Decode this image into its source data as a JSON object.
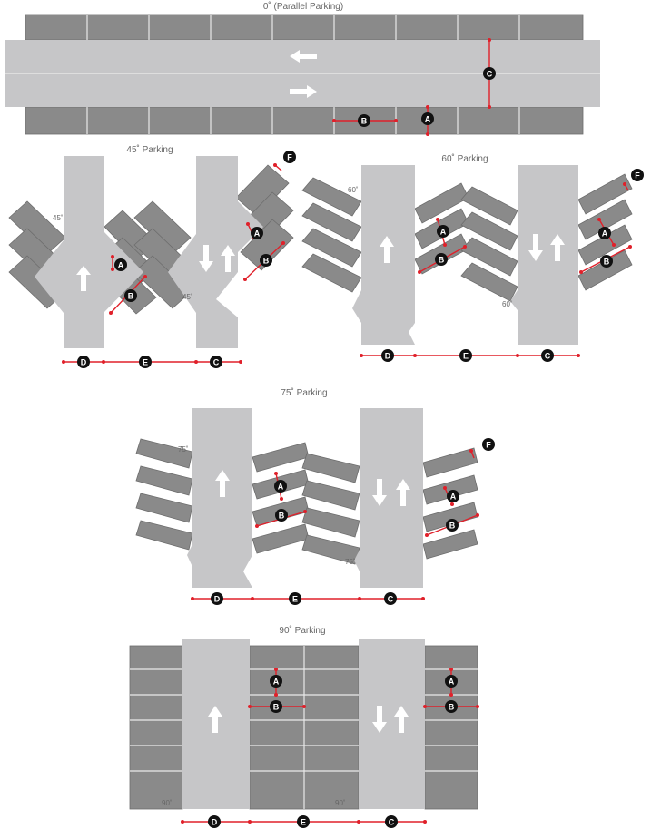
{
  "sections": {
    "parallel": {
      "title": "0˚ (Parallel Parking)"
    },
    "p45": {
      "title": "45˚ Parking",
      "angle_a": "45˚",
      "angle_b": "45˚"
    },
    "p60": {
      "title": "60˚ Parking",
      "angle_a": "60˚",
      "angle_b": "60˚"
    },
    "p75": {
      "title": "75˚ Parking",
      "angle_a": "75˚",
      "angle_b": "75˚"
    },
    "p90": {
      "title": "90˚ Parking",
      "angle_a": "90˚",
      "angle_b": "90˚"
    }
  },
  "labels": {
    "A": "A",
    "B": "B",
    "C": "C",
    "D": "D",
    "E": "E",
    "F": "F"
  },
  "colors": {
    "stall": "#8a8a8a",
    "lane": "#c6c6c8",
    "dimension": "#e0202a",
    "badge": "#111111"
  }
}
